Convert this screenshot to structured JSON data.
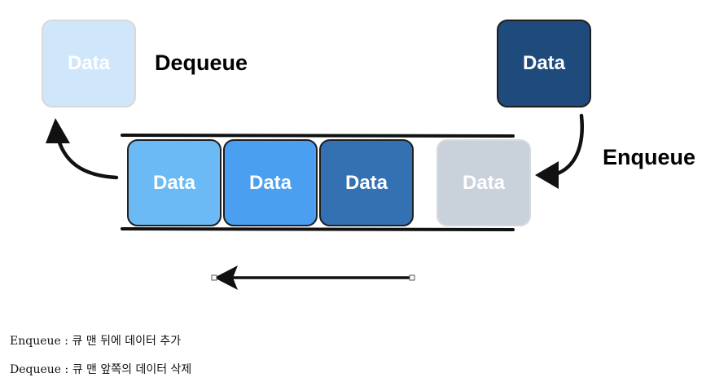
{
  "diagram": {
    "dequeued_box": {
      "label": "Data",
      "color": "#cfe6fb"
    },
    "dequeue_label": "Dequeue",
    "incoming_box": {
      "label": "Data",
      "color": "#1e4a7c"
    },
    "enqueue_label": "Enqueue",
    "queue_boxes": [
      {
        "label": "Data",
        "color": "#6cbaf5"
      },
      {
        "label": "Data",
        "color": "#4a9ff0"
      },
      {
        "label": "Data",
        "color": "#3471b3"
      },
      {
        "label": "Data",
        "color": "#c9d1da"
      }
    ]
  },
  "captions": [
    "Enqueue : 큐 맨 뒤에 데이터 추가",
    "Dequeue : 큐 맨 앞쪽의 데이터 삭제"
  ]
}
